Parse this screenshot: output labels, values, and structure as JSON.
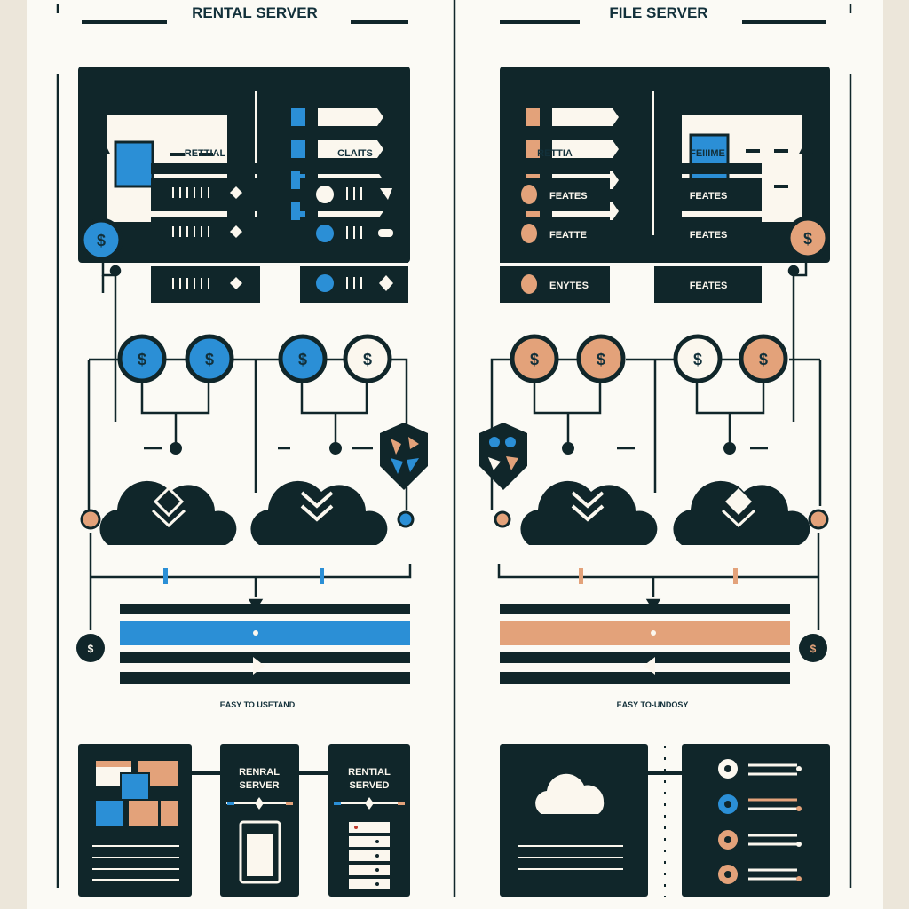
{
  "left": {
    "title": "RENTAL SERVER",
    "col1_heading": "RETTIAL",
    "col2_heading": "CLAITS",
    "caption": "EASY TO USETAND",
    "card2_label_line1": "RENRAL",
    "card2_label_line2": "SERVER",
    "card3_label_line1": "RENTIAL",
    "card3_label_line2": "SERVED",
    "currency_symbol": "$"
  },
  "right": {
    "title": "FILE SERVER",
    "col1_heading": "RETTIA",
    "col2_heading": "FEIIIME",
    "col1_rows": [
      "FEATES",
      "FEATTE",
      "ENYTES"
    ],
    "col2_rows": [
      "FEATES",
      "FEATES",
      "FEATES"
    ],
    "caption": "EASY TO-UNDOSY",
    "currency_symbol": "$"
  },
  "colors": {
    "dark": "#10262a",
    "blue": "#2b8fd6",
    "orange": "#e3a27a",
    "cream": "#fbf7ee"
  }
}
